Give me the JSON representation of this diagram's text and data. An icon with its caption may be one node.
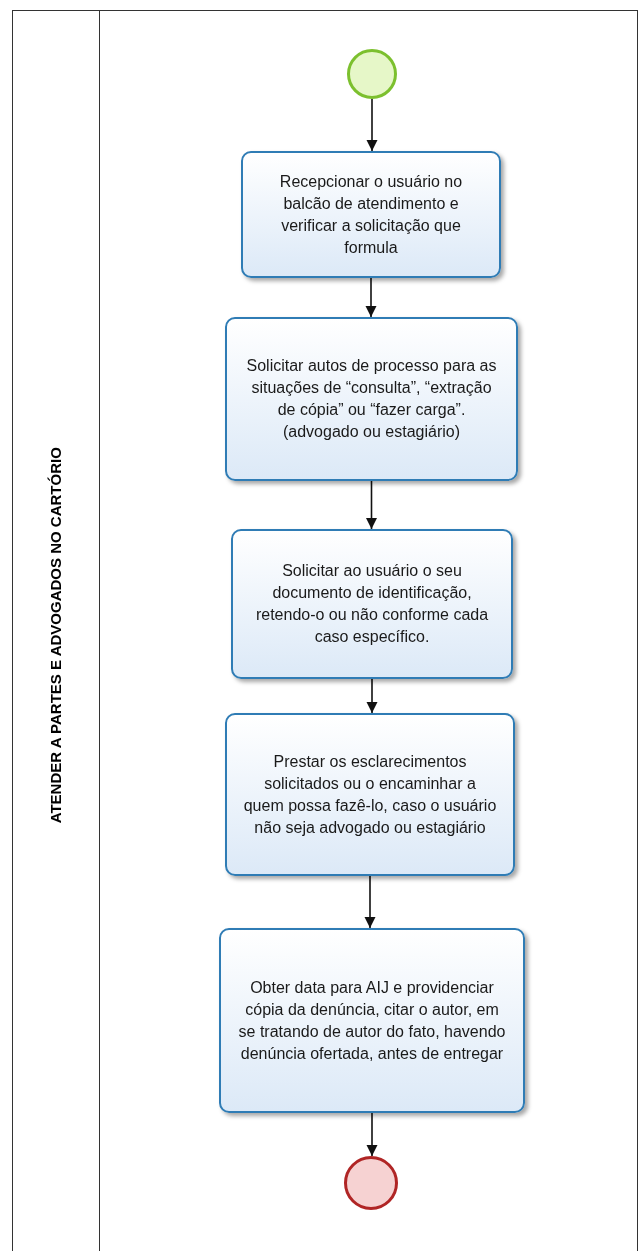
{
  "diagram": {
    "nodes": [
      {
        "text": [
          "ATENDER A PARTES E ADVOGADOS NO CARTÓRIO"
        ]
      },
      {
        "text": [],
        "shape": "circle",
        "in": 0
      },
      {
        "text": [
          "Recepcionar o usuário no balcão de atendimento e verificar a solicitação que formula"
        ],
        "in": 0
      },
      {
        "text": [
          "Solicitar autos de processo para as situações de “consulta”, “extração de cópia” ou “fazer carga”. (advogado ou estagiário)"
        ],
        "in": 0
      },
      {
        "text": [
          "Solicitar ao usuário o seu documento de identificação, retendo-o ou não conforme cada caso específico."
        ],
        "in": 0
      },
      {
        "text": [
          "Prestar os esclarecimentos solicitados ou o encaminhar a quem possa fazê-lo, caso o usuário não seja advogado ou estagiário"
        ],
        "in": 0
      },
      {
        "text": [
          "Obter data para AIJ e providenciar cópia da denúncia, citar o autor, em se tratando de autor do fato, havendo denúncia ofertada, antes de entregar"
        ],
        "in": 0
      },
      {
        "text": [],
        "shape": "circle",
        "in": 0
      }
    ],
    "edges": [
      {
        "from": 1,
        "to": 2,
        "arrow": "to"
      },
      {
        "from": 2,
        "to": 3,
        "arrow": "to"
      },
      {
        "from": 3,
        "to": 4,
        "arrow": "to"
      },
      {
        "from": 4,
        "to": 5,
        "arrow": "to"
      },
      {
        "from": 5,
        "to": 6,
        "arrow": "to"
      },
      {
        "from": 6,
        "to": 7,
        "arrow": "to"
      }
    ]
  }
}
